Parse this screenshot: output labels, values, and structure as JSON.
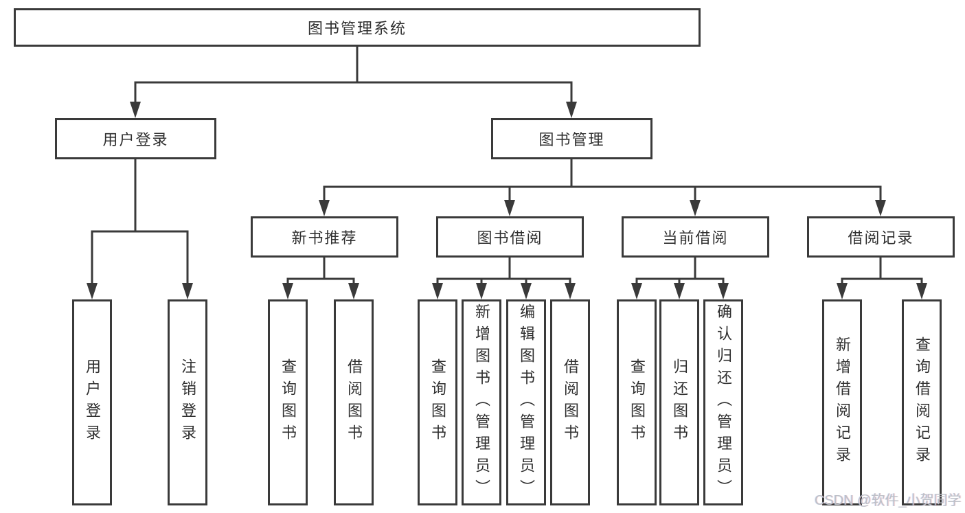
{
  "diagram": {
    "root": {
      "label": "图书管理系统"
    },
    "branches": [
      {
        "label": "用户登录",
        "children": [
          {
            "label": "用户登录"
          },
          {
            "label": "注销登录"
          }
        ]
      },
      {
        "label": "图书管理",
        "children": [
          {
            "label": "新书推荐",
            "children": [
              {
                "label": "查询图书"
              },
              {
                "label": "借阅图书"
              }
            ]
          },
          {
            "label": "图书借阅",
            "children": [
              {
                "label": "查询图书"
              },
              {
                "label": "新增图书（管理员）"
              },
              {
                "label": "编辑图书（管理员）"
              },
              {
                "label": "借阅图书"
              }
            ]
          },
          {
            "label": "当前借阅",
            "children": [
              {
                "label": "查询图书"
              },
              {
                "label": "归还图书"
              },
              {
                "label": "确认归还（管理员）"
              }
            ]
          },
          {
            "label": "借阅记录",
            "children": [
              {
                "label": "新增借阅记录"
              },
              {
                "label": "查询借阅记录"
              }
            ]
          }
        ]
      }
    ]
  },
  "watermark": {
    "text": "CSDN @软件_小贺同学"
  },
  "colors": {
    "line": "#3a3a3a",
    "text": "#2f2f2f",
    "background": "#ffffff",
    "watermark": "#bdc1c8"
  }
}
